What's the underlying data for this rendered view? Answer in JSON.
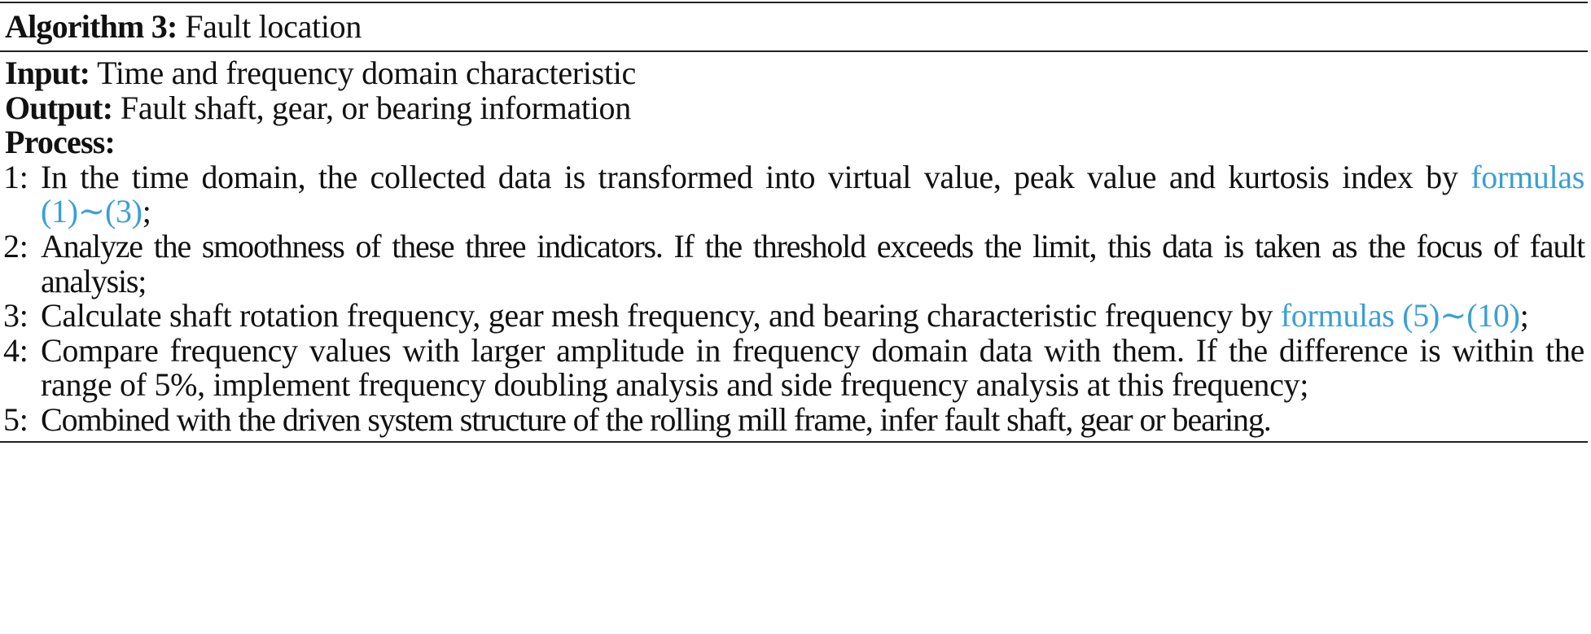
{
  "algorithm": {
    "label": "Algorithm 3:",
    "title": "Fault location",
    "input_label": "Input:",
    "input_value": "Time and frequency domain characteristic",
    "output_label": "Output:",
    "output_value": "Fault shaft, gear, or bearing information",
    "process_label": "Process:",
    "link_color": "#3a9fd6",
    "steps": [
      {
        "num": "1:",
        "text_before": "In the time domain, the collected data is transformed into virtual value, peak value and kurtosis index by ",
        "link": "formulas (1)∼(3)",
        "text_after": ";"
      },
      {
        "num": "2:",
        "text_before": "Analyze the smoothness of these three indicators. If the threshold exceeds the limit, this data is taken as the focus of fault analysis;"
      },
      {
        "num": "3:",
        "text_before": "Calculate shaft rotation frequency, gear mesh frequency, and bearing characteristic frequency by ",
        "link": "formulas (5)∼(10)",
        "text_after": ";"
      },
      {
        "num": "4:",
        "text_before": "Compare frequency values with larger amplitude in frequency domain data with them. If the difference is within the range of 5%, implement frequency doubling analysis and side frequency analysis at this frequency;"
      },
      {
        "num": "5:",
        "text_before": "Combined with the driven system structure of the rolling mill frame, infer fault shaft, gear or bearing."
      }
    ]
  }
}
